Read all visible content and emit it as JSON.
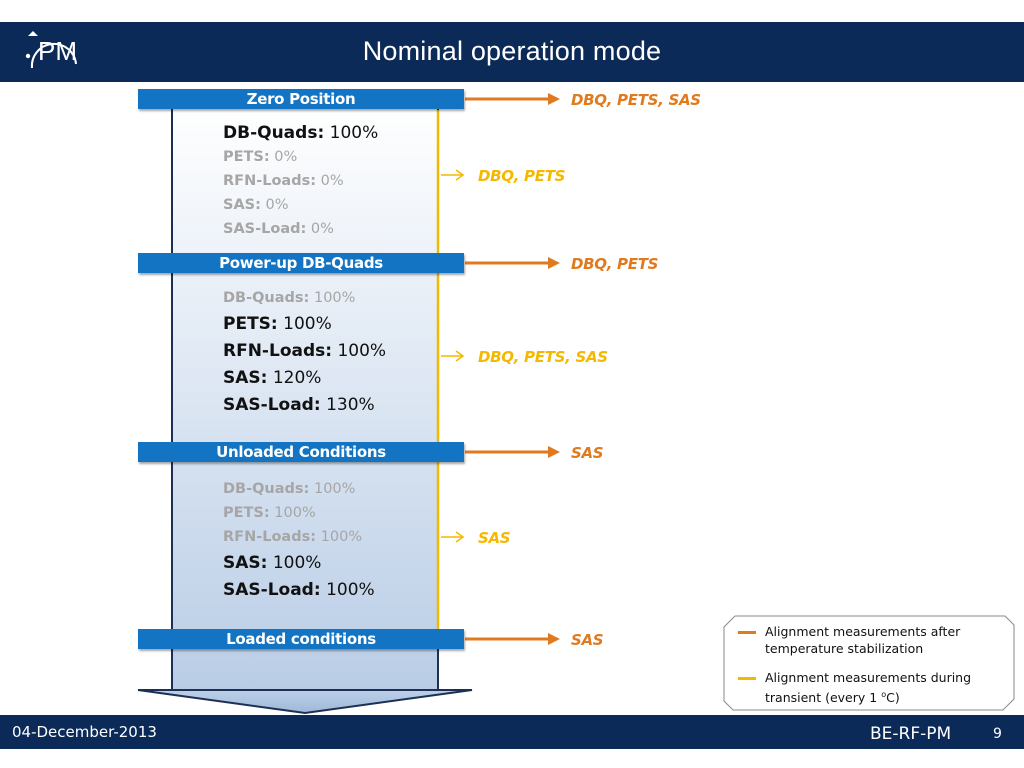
{
  "header": {
    "title": "Nominal operation mode",
    "logo_text": "PM"
  },
  "footer": {
    "date": "04-December-2013",
    "org": "BE-RF-PM",
    "page": "9"
  },
  "colors": {
    "header_bg": "#0c2a57",
    "stage_bar": "#1274c2",
    "orange": "#e07a1f",
    "yellow": "#f5b800",
    "param_active": "#111111",
    "param_inactive": "#a6a6a6"
  },
  "stages": [
    {
      "label": "Zero Position",
      "target": "DBQ, PETS, SAS"
    },
    {
      "label": "Power-up DB-Quads",
      "target": "DBQ, PETS"
    },
    {
      "label": "Unloaded Conditions",
      "target": "SAS"
    },
    {
      "label": "Loaded conditions",
      "target": "SAS"
    }
  ],
  "blocks": [
    {
      "params": [
        {
          "key": "DB-Quads:",
          "value": "100%",
          "active": true
        },
        {
          "key": "PETS:",
          "value": "0%",
          "active": false
        },
        {
          "key": "RFN-Loads:",
          "value": "0%",
          "active": false
        },
        {
          "key": "SAS:",
          "value": "0%",
          "active": false
        },
        {
          "key": "SAS-Load:",
          "value": "0%",
          "active": false
        }
      ],
      "transient_target": "DBQ, PETS"
    },
    {
      "params": [
        {
          "key": "DB-Quads:",
          "value": "100%",
          "active": false
        },
        {
          "key": "PETS:",
          "value": "100%",
          "active": true
        },
        {
          "key": "RFN-Loads:",
          "value": "100%",
          "active": true
        },
        {
          "key": "SAS:",
          "value": "120%",
          "active": true
        },
        {
          "key": "SAS-Load:",
          "value": "130%",
          "active": true
        }
      ],
      "transient_target": "DBQ, PETS, SAS"
    },
    {
      "params": [
        {
          "key": "DB-Quads:",
          "value": "100%",
          "active": false
        },
        {
          "key": "PETS:",
          "value": "100%",
          "active": false
        },
        {
          "key": "RFN-Loads:",
          "value": "100%",
          "active": false
        },
        {
          "key": "SAS:",
          "value": "100%",
          "active": true
        },
        {
          "key": "SAS-Load:",
          "value": "100%",
          "active": true
        }
      ],
      "transient_target": "SAS"
    }
  ],
  "legend": {
    "after_stabilization": "Alignment measurements after temperature stabilization",
    "during_transient_prefix": "Alignment measurements during transient (every 1 ",
    "during_transient_sup": "o",
    "during_transient_suffix": "C)"
  }
}
